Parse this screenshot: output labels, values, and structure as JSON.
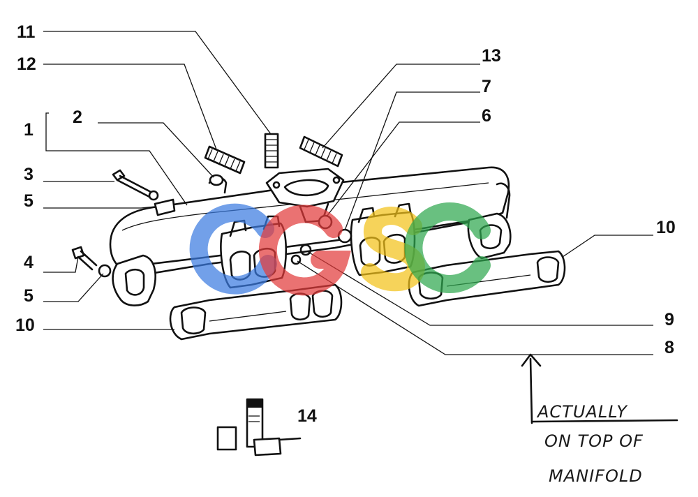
{
  "callouts": [
    {
      "id": "1",
      "label": "1"
    },
    {
      "id": "2",
      "label": "2"
    },
    {
      "id": "3",
      "label": "3"
    },
    {
      "id": "4",
      "label": "4"
    },
    {
      "id": "5a",
      "label": "5"
    },
    {
      "id": "5b",
      "label": "5"
    },
    {
      "id": "6",
      "label": "6"
    },
    {
      "id": "7",
      "label": "7"
    },
    {
      "id": "8",
      "label": "8"
    },
    {
      "id": "9",
      "label": "9"
    },
    {
      "id": "10a",
      "label": "10"
    },
    {
      "id": "10b",
      "label": "10"
    },
    {
      "id": "11",
      "label": "11"
    },
    {
      "id": "12",
      "label": "12"
    },
    {
      "id": "13",
      "label": "13"
    },
    {
      "id": "14",
      "label": "14"
    }
  ],
  "annotation": {
    "line1": "ACTUALLY",
    "line2": "ON TOP OF",
    "line3": "MANIFOLD"
  },
  "colors": {
    "ink": "#111111",
    "watermark_blue": "#3b7be0",
    "watermark_red": "#e23b3b",
    "watermark_yellow": "#f2c21b",
    "watermark_green": "#2fa84f"
  }
}
